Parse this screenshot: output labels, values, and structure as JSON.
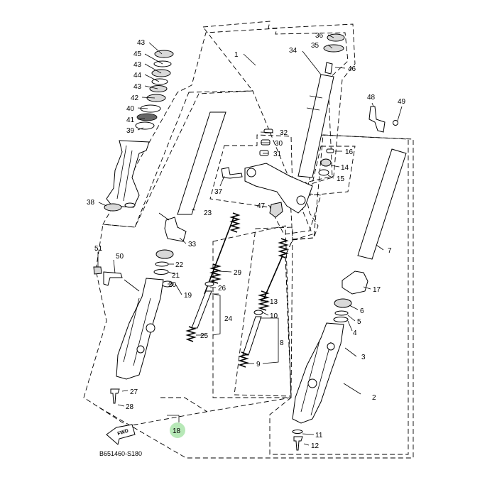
{
  "diagram": {
    "drawing_code": "B651460-S180",
    "fwd_label": "FWD",
    "highlight_color": "#7bd67b",
    "callouts": [
      {
        "id": "c1",
        "text": "1"
      },
      {
        "id": "c2",
        "text": "2"
      },
      {
        "id": "c3",
        "text": "3"
      },
      {
        "id": "c4",
        "text": "4"
      },
      {
        "id": "c5",
        "text": "5"
      },
      {
        "id": "c6",
        "text": "6"
      },
      {
        "id": "c7",
        "text": "7"
      },
      {
        "id": "c8",
        "text": "8"
      },
      {
        "id": "c9",
        "text": "9"
      },
      {
        "id": "c10",
        "text": "10"
      },
      {
        "id": "c11",
        "text": "11"
      },
      {
        "id": "c12",
        "text": "12"
      },
      {
        "id": "c13",
        "text": "13"
      },
      {
        "id": "c14",
        "text": "14"
      },
      {
        "id": "c15",
        "text": "15"
      },
      {
        "id": "c16",
        "text": "16"
      },
      {
        "id": "c17",
        "text": "17"
      },
      {
        "id": "c18",
        "text": "18"
      },
      {
        "id": "c19",
        "text": "19"
      },
      {
        "id": "c20",
        "text": "20"
      },
      {
        "id": "c21",
        "text": "21"
      },
      {
        "id": "c22",
        "text": "22"
      },
      {
        "id": "c23",
        "text": "23"
      },
      {
        "id": "c24",
        "text": "24"
      },
      {
        "id": "c25",
        "text": "25"
      },
      {
        "id": "c26",
        "text": "26"
      },
      {
        "id": "c27",
        "text": "27"
      },
      {
        "id": "c28",
        "text": "28"
      },
      {
        "id": "c29",
        "text": "29"
      },
      {
        "id": "c30",
        "text": "30"
      },
      {
        "id": "c31",
        "text": "31"
      },
      {
        "id": "c32",
        "text": "32"
      },
      {
        "id": "c33",
        "text": "33"
      },
      {
        "id": "c34",
        "text": "34"
      },
      {
        "id": "c35",
        "text": "35"
      },
      {
        "id": "c36",
        "text": "36"
      },
      {
        "id": "c37",
        "text": "37"
      },
      {
        "id": "c38",
        "text": "38"
      },
      {
        "id": "c39",
        "text": "39"
      },
      {
        "id": "c40",
        "text": "40"
      },
      {
        "id": "c41",
        "text": "41"
      },
      {
        "id": "c42",
        "text": "42"
      },
      {
        "id": "c43a",
        "text": "43"
      },
      {
        "id": "c44",
        "text": "44"
      },
      {
        "id": "c43b",
        "text": "43"
      },
      {
        "id": "c45",
        "text": "45"
      },
      {
        "id": "c43c",
        "text": "43"
      },
      {
        "id": "c46",
        "text": "46"
      },
      {
        "id": "c47",
        "text": "47"
      },
      {
        "id": "c48",
        "text": "48"
      },
      {
        "id": "c49",
        "text": "49"
      },
      {
        "id": "c50",
        "text": "50"
      },
      {
        "id": "c51",
        "text": "51"
      }
    ]
  }
}
